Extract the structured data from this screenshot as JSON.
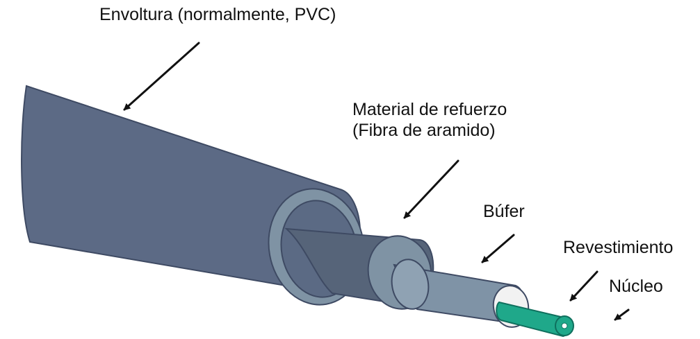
{
  "labels": {
    "jacket": "Envoltura (normalmente, PVC)",
    "strength_line1": "Material de refuerzo",
    "strength_line2": "(Fibra de aramido)",
    "buffer": "Búfer",
    "cladding": "Revestimiento",
    "core": "Núcleo"
  },
  "colors": {
    "jacket_body": "#5c6a85",
    "jacket_edge": "#3e4a63",
    "jacket_ring": "#7f93a4",
    "strength_body": "#566479",
    "buffer_body": "#7f93a6",
    "buffer_end": "#8fa2b3",
    "cladding": "#f2f2f2",
    "core": "#1fa88a",
    "arrow": "#111111"
  },
  "icons": [
    "arrow-icon"
  ]
}
